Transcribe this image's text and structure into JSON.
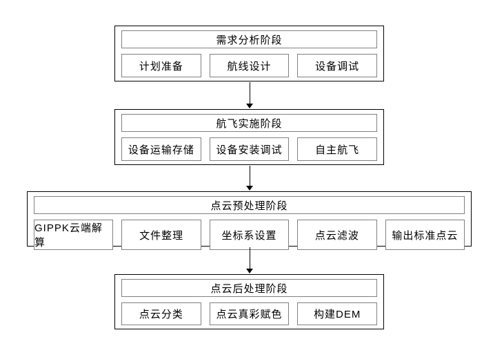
{
  "diagram": {
    "stages": [
      {
        "title": "需求分析阶段",
        "items": [
          "计划准备",
          "航线设计",
          "设备调试"
        ]
      },
      {
        "title": "航飞实施阶段",
        "items": [
          "设备运输存储",
          "设备安装调试",
          "自主航飞"
        ]
      },
      {
        "title": "点云预处理阶段",
        "items": [
          "GIPPK云端解算",
          "文件整理",
          "坐标系设置",
          "点云滤波",
          "输出标准点云"
        ]
      },
      {
        "title": "点云后处理阶段",
        "items": [
          "点云分类",
          "点云真彩赋色",
          "构建DEM"
        ]
      }
    ],
    "colors": {
      "background": "#ffffff",
      "outer_border": "#000000",
      "inner_border": "#808080",
      "text": "#000000",
      "arrow": "#000000"
    }
  }
}
